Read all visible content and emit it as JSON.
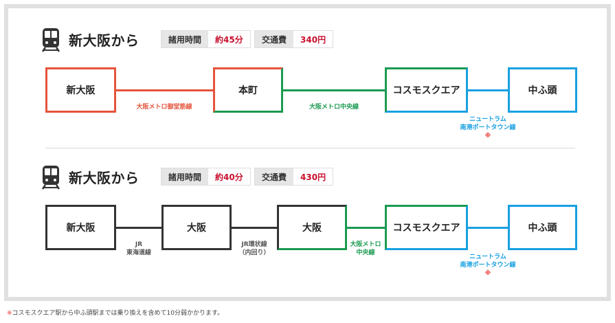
{
  "colors": {
    "midosuji": "#e5533a",
    "chuo": "#1a9a50",
    "newtram": "#18a0e0",
    "jr": "#333333",
    "fare_red": "#c8102e",
    "note_red": "#e53935"
  },
  "routes": [
    {
      "origin_title": "新大阪から",
      "time_label": "諸用時間",
      "time_value": "約45分",
      "fare_label": "交通費",
      "fare_value": "340円",
      "stations": [
        "新大阪",
        "本町",
        "コスモスクエア",
        "中ふ頭"
      ],
      "lines": [
        {
          "name": "大阪メトロ御堂筋線"
        },
        {
          "name": "大阪メトロ中央線"
        },
        {
          "name_line1": "ニュートラム",
          "name_line2": "南港ポートタウン線",
          "mark": "※"
        }
      ]
    },
    {
      "origin_title": "新大阪から",
      "time_label": "諸用時間",
      "time_value": "約40分",
      "fare_label": "交通費",
      "fare_value": "430円",
      "stations": [
        "新大阪",
        "大阪",
        "大阪",
        "コスモスクエア",
        "中ふ頭"
      ],
      "lines": [
        {
          "name_line1": "JR",
          "name_line2": "東海道線"
        },
        {
          "name_line1": "JR環状線",
          "name_line2": "（内回り）"
        },
        {
          "name_line1": "大阪メトロ",
          "name_line2": "中央線"
        },
        {
          "name_line1": "ニュートラム",
          "name_line2": "南港ポートタウン線",
          "mark": "※"
        }
      ]
    }
  ],
  "footnote": {
    "mark": "※",
    "text": "コスモスクエア駅から中ふ頭駅までは乗り換えを含めて10分弱かかります。"
  }
}
